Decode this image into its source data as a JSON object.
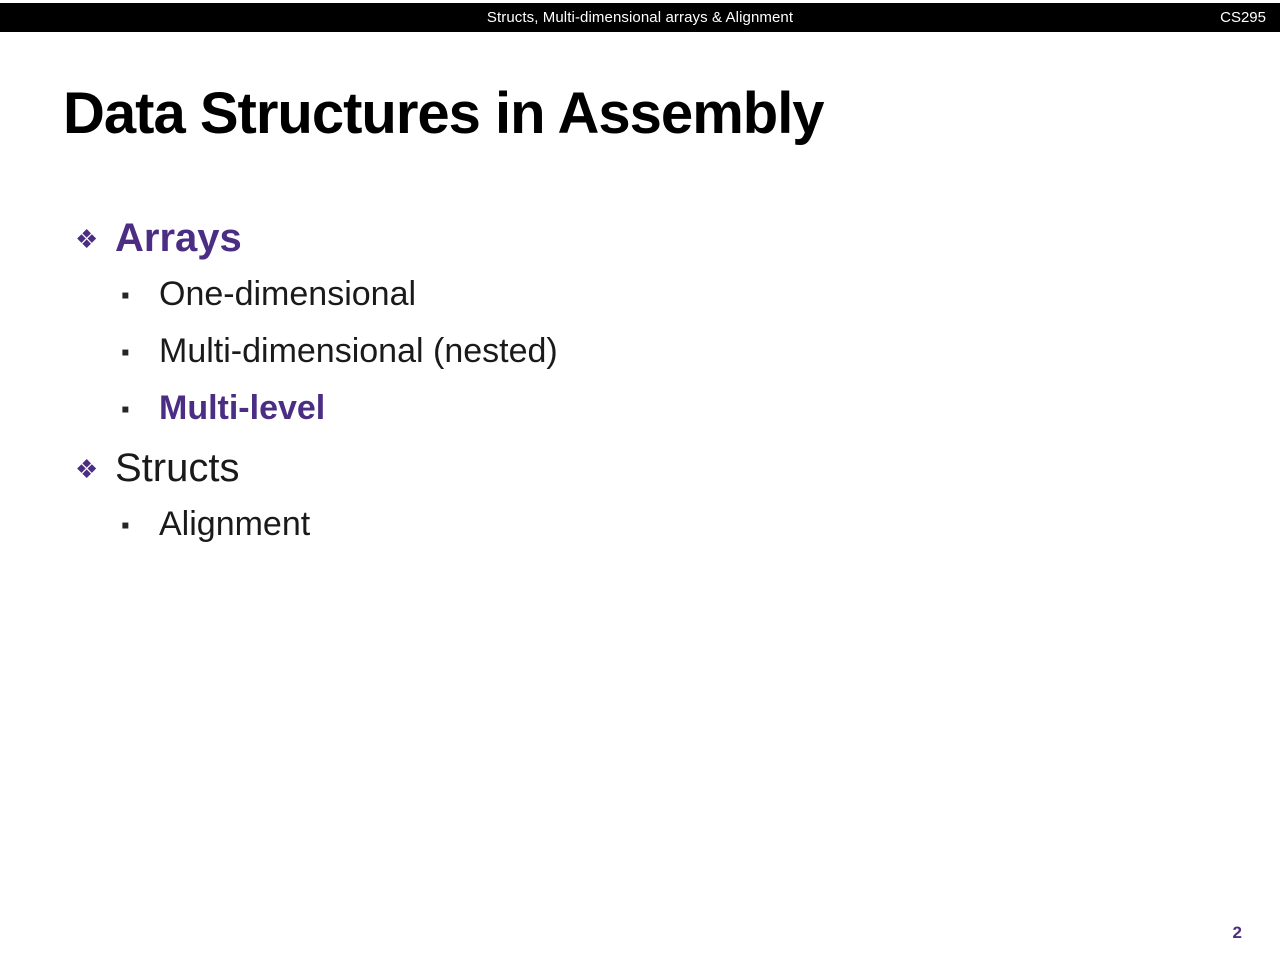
{
  "header": {
    "title": "Structs, Multi-dimensional arrays & Alignment",
    "course": "CS295"
  },
  "slide": {
    "title": "Data Structures in Assembly",
    "page_number": "2"
  },
  "bullets": [
    {
      "level": 1,
      "text": "Arrays",
      "emphasis": true
    },
    {
      "level": 2,
      "text": "One-dimensional",
      "emphasis": false
    },
    {
      "level": 2,
      "text": "Multi-dimensional (nested)",
      "emphasis": false
    },
    {
      "level": 2,
      "text": "Multi-level",
      "emphasis": true
    },
    {
      "level": 1,
      "text": "Structs",
      "emphasis": false
    },
    {
      "level": 2,
      "text": "Alignment",
      "emphasis": false
    }
  ],
  "icons": {
    "diamond_bullet": "❖",
    "square_bullet": "▪"
  },
  "colors": {
    "accent_purple": "#4b2e83",
    "header_bg": "#000000",
    "header_text": "#ffffff",
    "body_text": "#1a1a1a"
  }
}
